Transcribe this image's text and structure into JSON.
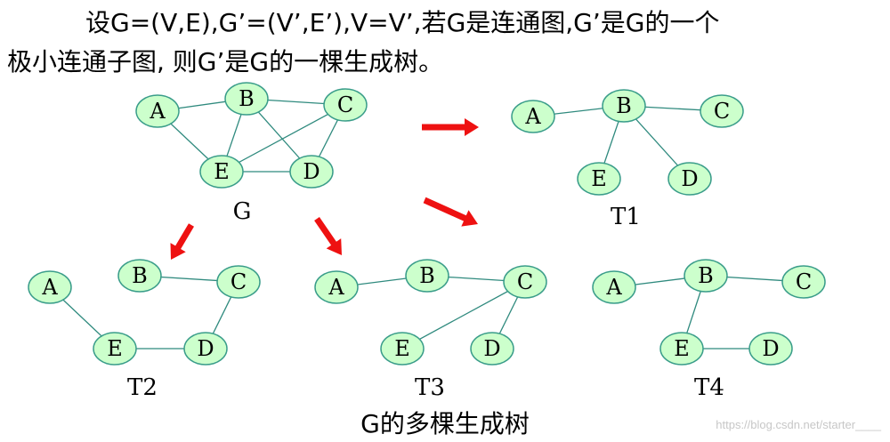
{
  "intro": {
    "line1": "设G=(V,E),G’=(V’,E’),V=V’,若G是连通图,G’是G的一个",
    "line2": "极小连通子图, 则G’是G的一棵生成树。"
  },
  "colors": {
    "node_fill": "#ccffcc",
    "node_stroke": "#3a9d8a",
    "edge": "#2f8a7e",
    "arrow": "#ee1111"
  },
  "graphs": [
    {
      "label": "G",
      "nodes": [
        {
          "id": "A",
          "label": "A"
        },
        {
          "id": "B",
          "label": "B"
        },
        {
          "id": "C",
          "label": "C"
        },
        {
          "id": "E",
          "label": "E"
        },
        {
          "id": "D",
          "label": "D"
        }
      ],
      "edges": [
        [
          "A",
          "B"
        ],
        [
          "B",
          "C"
        ],
        [
          "A",
          "E"
        ],
        [
          "B",
          "E"
        ],
        [
          "B",
          "D"
        ],
        [
          "C",
          "E"
        ],
        [
          "C",
          "D"
        ],
        [
          "E",
          "D"
        ]
      ]
    },
    {
      "label": "T1",
      "nodes": [
        {
          "id": "A",
          "label": "A"
        },
        {
          "id": "B",
          "label": "B"
        },
        {
          "id": "C",
          "label": "C"
        },
        {
          "id": "E",
          "label": "E"
        },
        {
          "id": "D",
          "label": "D"
        }
      ],
      "edges": [
        [
          "A",
          "B"
        ],
        [
          "B",
          "C"
        ],
        [
          "B",
          "E"
        ],
        [
          "B",
          "D"
        ]
      ]
    },
    {
      "label": "T2",
      "nodes": [
        {
          "id": "A",
          "label": "A"
        },
        {
          "id": "B",
          "label": "B"
        },
        {
          "id": "C",
          "label": "C"
        },
        {
          "id": "E",
          "label": "E"
        },
        {
          "id": "D",
          "label": "D"
        }
      ],
      "edges": [
        [
          "A",
          "E"
        ],
        [
          "B",
          "C"
        ],
        [
          "C",
          "D"
        ],
        [
          "E",
          "D"
        ]
      ]
    },
    {
      "label": "T3",
      "nodes": [
        {
          "id": "A",
          "label": "A"
        },
        {
          "id": "B",
          "label": "B"
        },
        {
          "id": "C",
          "label": "C"
        },
        {
          "id": "E",
          "label": "E"
        },
        {
          "id": "D",
          "label": "D"
        }
      ],
      "edges": [
        [
          "A",
          "B"
        ],
        [
          "B",
          "C"
        ],
        [
          "C",
          "E"
        ],
        [
          "C",
          "D"
        ]
      ]
    },
    {
      "label": "T4",
      "nodes": [
        {
          "id": "A",
          "label": "A"
        },
        {
          "id": "B",
          "label": "B"
        },
        {
          "id": "C",
          "label": "C"
        },
        {
          "id": "E",
          "label": "E"
        },
        {
          "id": "D",
          "label": "D"
        }
      ],
      "edges": [
        [
          "A",
          "B"
        ],
        [
          "B",
          "C"
        ],
        [
          "B",
          "E"
        ],
        [
          "E",
          "D"
        ]
      ]
    }
  ],
  "footer": "G的多棵生成树",
  "watermark": "https://blog.csdn.net/starter____"
}
